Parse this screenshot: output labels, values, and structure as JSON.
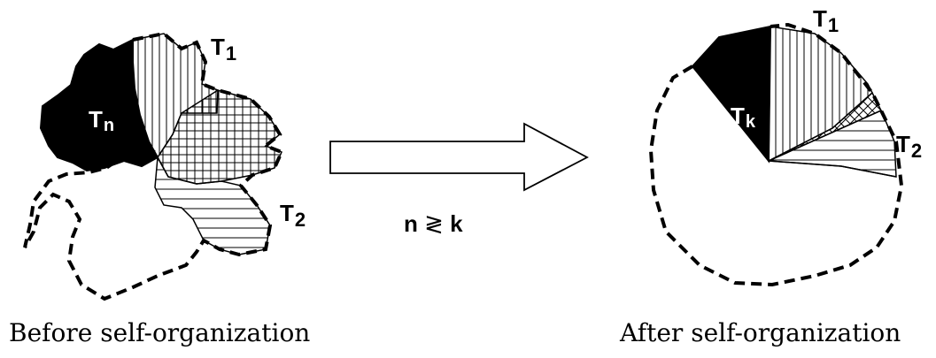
{
  "before": {
    "caption": "Before self-organization",
    "labels": {
      "t1": {
        "main": "T",
        "sub": "1"
      },
      "tn": {
        "main": "T",
        "sub": "n"
      },
      "t2": {
        "main": "T",
        "sub": "2"
      }
    }
  },
  "transition": {
    "relation": {
      "left": "n",
      "symbol": "≷",
      "right": "k"
    }
  },
  "after": {
    "caption": "After self-organization",
    "labels": {
      "t1": {
        "main": "T",
        "sub": "1"
      },
      "tk": {
        "main": "T",
        "sub": "k"
      },
      "t2": {
        "main": "T",
        "sub": "2"
      }
    }
  },
  "colors": {
    "ink": "#000000",
    "paper": "#ffffff"
  }
}
